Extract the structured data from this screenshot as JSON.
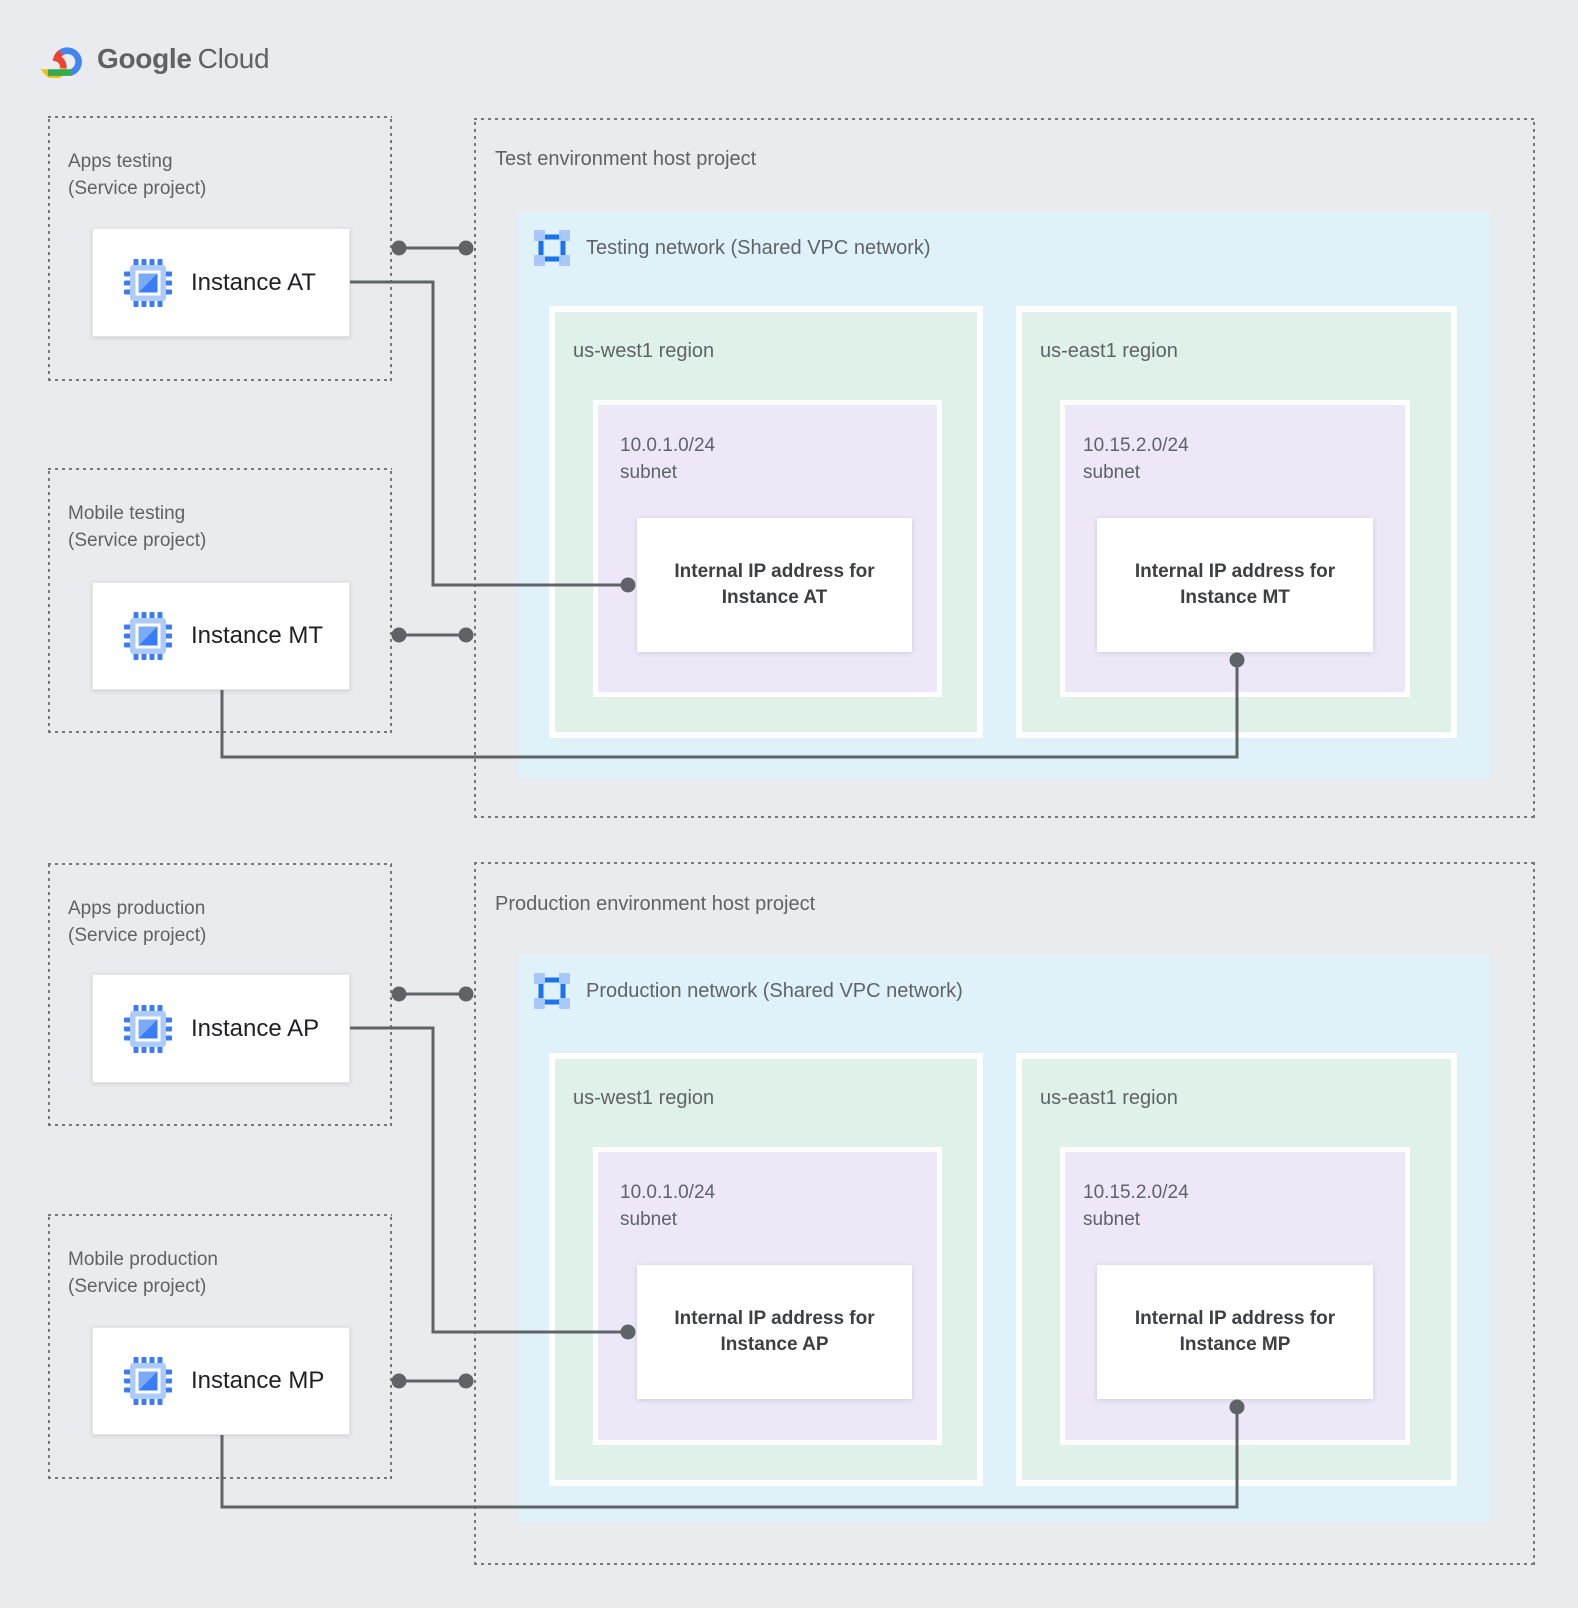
{
  "logo": {
    "brand": "Google",
    "product": "Cloud"
  },
  "colors": {
    "canvas_bg": "#E9EBEE",
    "network_box": "#DFF2FA",
    "region_box": "#DFF1E8",
    "subnet_box": "#EDE7F7",
    "connector": "#5F6368",
    "dashed_border": "#75787B",
    "label_gray": "#5F6368",
    "instance_text": "#202124",
    "ip_text": "#3C4043",
    "vpc_icon_blue": "#1A73E8",
    "vpc_icon_light": "#A8C7FA",
    "logo_red": "#EA4335",
    "logo_yellow": "#FBBC05",
    "logo_green": "#34A853",
    "logo_blue": "#4285F4"
  },
  "icons": {
    "logo": "google-cloud-logo",
    "instance": "compute-engine-icon",
    "network": "vpc-network-icon"
  },
  "test": {
    "apps_project": {
      "line1": "Apps testing",
      "line2": "(Service project)",
      "instance": "Instance AT"
    },
    "mobile_project": {
      "line1": "Mobile testing",
      "line2": "(Service project)",
      "instance": "Instance MT"
    },
    "host": {
      "title": "Test environment host project",
      "network": "Testing network (Shared VPC network)",
      "west": {
        "region": "us-west1 region",
        "cidr": "10.0.1.0/24",
        "subnet": "subnet",
        "ip1": "Internal IP address for",
        "ip2": "Instance AT"
      },
      "east": {
        "region": "us-east1 region",
        "cidr": "10.15.2.0/24",
        "subnet": "subnet",
        "ip1": "Internal IP address for",
        "ip2": "Instance MT"
      }
    }
  },
  "prod": {
    "apps_project": {
      "line1": "Apps production",
      "line2": "(Service project)",
      "instance": "Instance AP"
    },
    "mobile_project": {
      "line1": "Mobile production",
      "line2": "(Service project)",
      "instance": "Instance MP"
    },
    "host": {
      "title": "Production environment host project",
      "network": "Production network (Shared VPC network)",
      "west": {
        "region": "us-west1 region",
        "cidr": "10.0.1.0/24",
        "subnet": "subnet",
        "ip1": "Internal IP address for",
        "ip2": "Instance AP"
      },
      "east": {
        "region": "us-east1 region",
        "cidr": "10.15.2.0/24",
        "subnet": "subnet",
        "ip1": "Internal IP address for",
        "ip2": "Instance MP"
      }
    }
  }
}
